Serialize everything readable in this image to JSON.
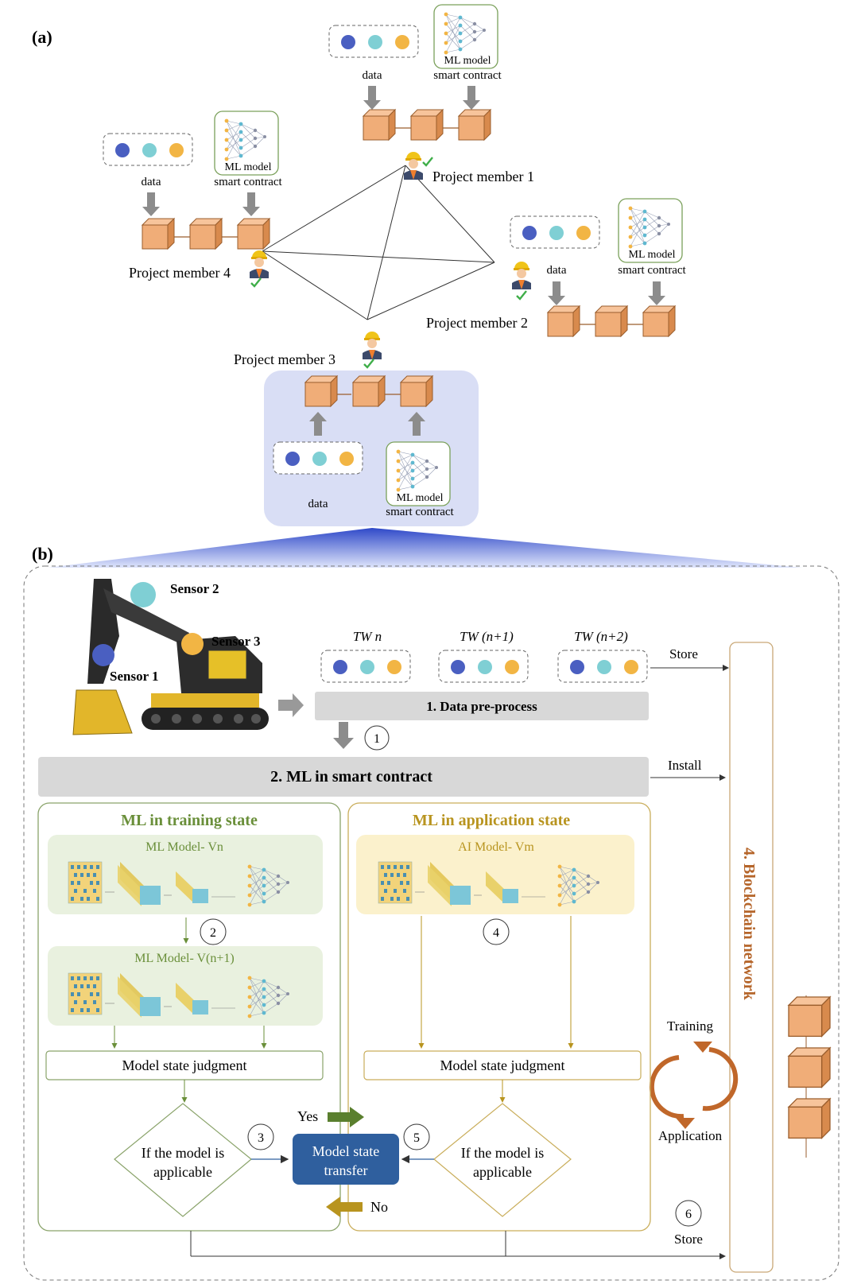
{
  "panel_a": {
    "label": "(a)",
    "data_label": "data",
    "ml_label": "ML model",
    "sc_label": "smart contract",
    "members": {
      "m1": "Project member 1",
      "m2": "Project member 2",
      "m3": "Project member 3",
      "m4": "Project member 4"
    }
  },
  "panel_b": {
    "label": "(b)",
    "sensors": {
      "s1": "Sensor 1",
      "s2": "Sensor 2",
      "s3": "Sensor 3"
    },
    "windows": [
      "TW n",
      "TW (n+1)",
      "TW (n+2)"
    ],
    "preprocess": "1. Data pre-process",
    "ml_sc": "2. ML in smart contract",
    "blockchain": "4. Blockchain network",
    "store": "Store",
    "install": "Install",
    "training_state": "ML in training state",
    "application_state": "ML in application state",
    "model_vn": "ML Model- Vn",
    "model_vn1": "ML Model- V(n+1)",
    "model_vm": "AI Model- Vm",
    "judgment": "Model state judgment",
    "applicable_1": "If the model is",
    "applicable_2": "applicable",
    "transfer_1": "Model state",
    "transfer_2": "transfer",
    "yes": "Yes",
    "no": "No",
    "training": "Training",
    "application": "Application",
    "steps": [
      "1",
      "2",
      "3",
      "4",
      "5",
      "6"
    ]
  },
  "colors": {
    "block": "#f3b27f",
    "green": "#6a8f3a",
    "gold": "#b8941f",
    "blue_panel": "#d9def5",
    "transfer": "#2f5f9e",
    "brown": "#b5652a"
  }
}
